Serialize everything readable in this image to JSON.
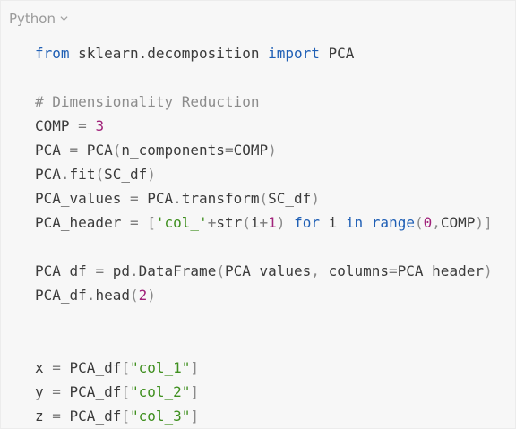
{
  "language_selector": {
    "label": "Python",
    "icon": "chevron-down-icon"
  },
  "colors": {
    "keyword": "#1f5fb5",
    "comment": "#8c8c8c",
    "number": "#a0227a",
    "string": "#3f8f1f",
    "text": "#3b3b3b",
    "background": "#f7f7f7"
  },
  "code_lines": [
    [
      [
        "kw",
        "from"
      ],
      [
        "t",
        " sklearn.decomposition "
      ],
      [
        "kw",
        "import"
      ],
      [
        "t",
        " PCA"
      ]
    ],
    [],
    [
      [
        "cm",
        "# Dimensionality Reduction"
      ]
    ],
    [
      [
        "t",
        "COMP "
      ],
      [
        "op",
        "="
      ],
      [
        "t",
        " "
      ],
      [
        "num",
        "3"
      ]
    ],
    [
      [
        "t",
        "PCA "
      ],
      [
        "op",
        "="
      ],
      [
        "t",
        " PCA"
      ],
      [
        "pn",
        "("
      ],
      [
        "t",
        "n_components"
      ],
      [
        "op",
        "="
      ],
      [
        "t",
        "COMP"
      ],
      [
        "pn",
        ")"
      ]
    ],
    [
      [
        "t",
        "PCA"
      ],
      [
        "op",
        "."
      ],
      [
        "t",
        "fit"
      ],
      [
        "pn",
        "("
      ],
      [
        "t",
        "SC_df"
      ],
      [
        "pn",
        ")"
      ]
    ],
    [
      [
        "t",
        "PCA_values "
      ],
      [
        "op",
        "="
      ],
      [
        "t",
        " PCA"
      ],
      [
        "op",
        "."
      ],
      [
        "t",
        "transform"
      ],
      [
        "pn",
        "("
      ],
      [
        "t",
        "SC_df"
      ],
      [
        "pn",
        ")"
      ]
    ],
    [
      [
        "t",
        "PCA_header "
      ],
      [
        "op",
        "="
      ],
      [
        "t",
        " "
      ],
      [
        "pn",
        "["
      ],
      [
        "str",
        "'col_'"
      ],
      [
        "op",
        "+"
      ],
      [
        "t",
        "str"
      ],
      [
        "pn",
        "("
      ],
      [
        "t",
        "i"
      ],
      [
        "op",
        "+"
      ],
      [
        "num",
        "1"
      ],
      [
        "pn",
        ")"
      ],
      [
        "t",
        " "
      ],
      [
        "kw",
        "for"
      ],
      [
        "t",
        " i "
      ],
      [
        "kw",
        "in"
      ],
      [
        "t",
        " "
      ],
      [
        "kw",
        "range"
      ],
      [
        "pn",
        "("
      ],
      [
        "num",
        "0"
      ],
      [
        "pn",
        ","
      ],
      [
        "t",
        "COMP"
      ],
      [
        "pn",
        ")]"
      ]
    ],
    [],
    [
      [
        "t",
        "PCA_df "
      ],
      [
        "op",
        "="
      ],
      [
        "t",
        " pd"
      ],
      [
        "op",
        "."
      ],
      [
        "t",
        "DataFrame"
      ],
      [
        "pn",
        "("
      ],
      [
        "t",
        "PCA_values"
      ],
      [
        "pn",
        ","
      ],
      [
        "t",
        " columns"
      ],
      [
        "op",
        "="
      ],
      [
        "t",
        "PCA_header"
      ],
      [
        "pn",
        ")"
      ]
    ],
    [
      [
        "t",
        "PCA_df"
      ],
      [
        "op",
        "."
      ],
      [
        "t",
        "head"
      ],
      [
        "pn",
        "("
      ],
      [
        "num",
        "2"
      ],
      [
        "pn",
        ")"
      ]
    ],
    [],
    [],
    [
      [
        "t",
        "x "
      ],
      [
        "op",
        "="
      ],
      [
        "t",
        " PCA_df"
      ],
      [
        "pn",
        "["
      ],
      [
        "str",
        "\"col_1\""
      ],
      [
        "pn",
        "]"
      ]
    ],
    [
      [
        "t",
        "y "
      ],
      [
        "op",
        "="
      ],
      [
        "t",
        " PCA_df"
      ],
      [
        "pn",
        "["
      ],
      [
        "str",
        "\"col_2\""
      ],
      [
        "pn",
        "]"
      ]
    ],
    [
      [
        "t",
        "z "
      ],
      [
        "op",
        "="
      ],
      [
        "t",
        " PCA_df"
      ],
      [
        "pn",
        "["
      ],
      [
        "str",
        "\"col_3\""
      ],
      [
        "pn",
        "]"
      ]
    ]
  ]
}
